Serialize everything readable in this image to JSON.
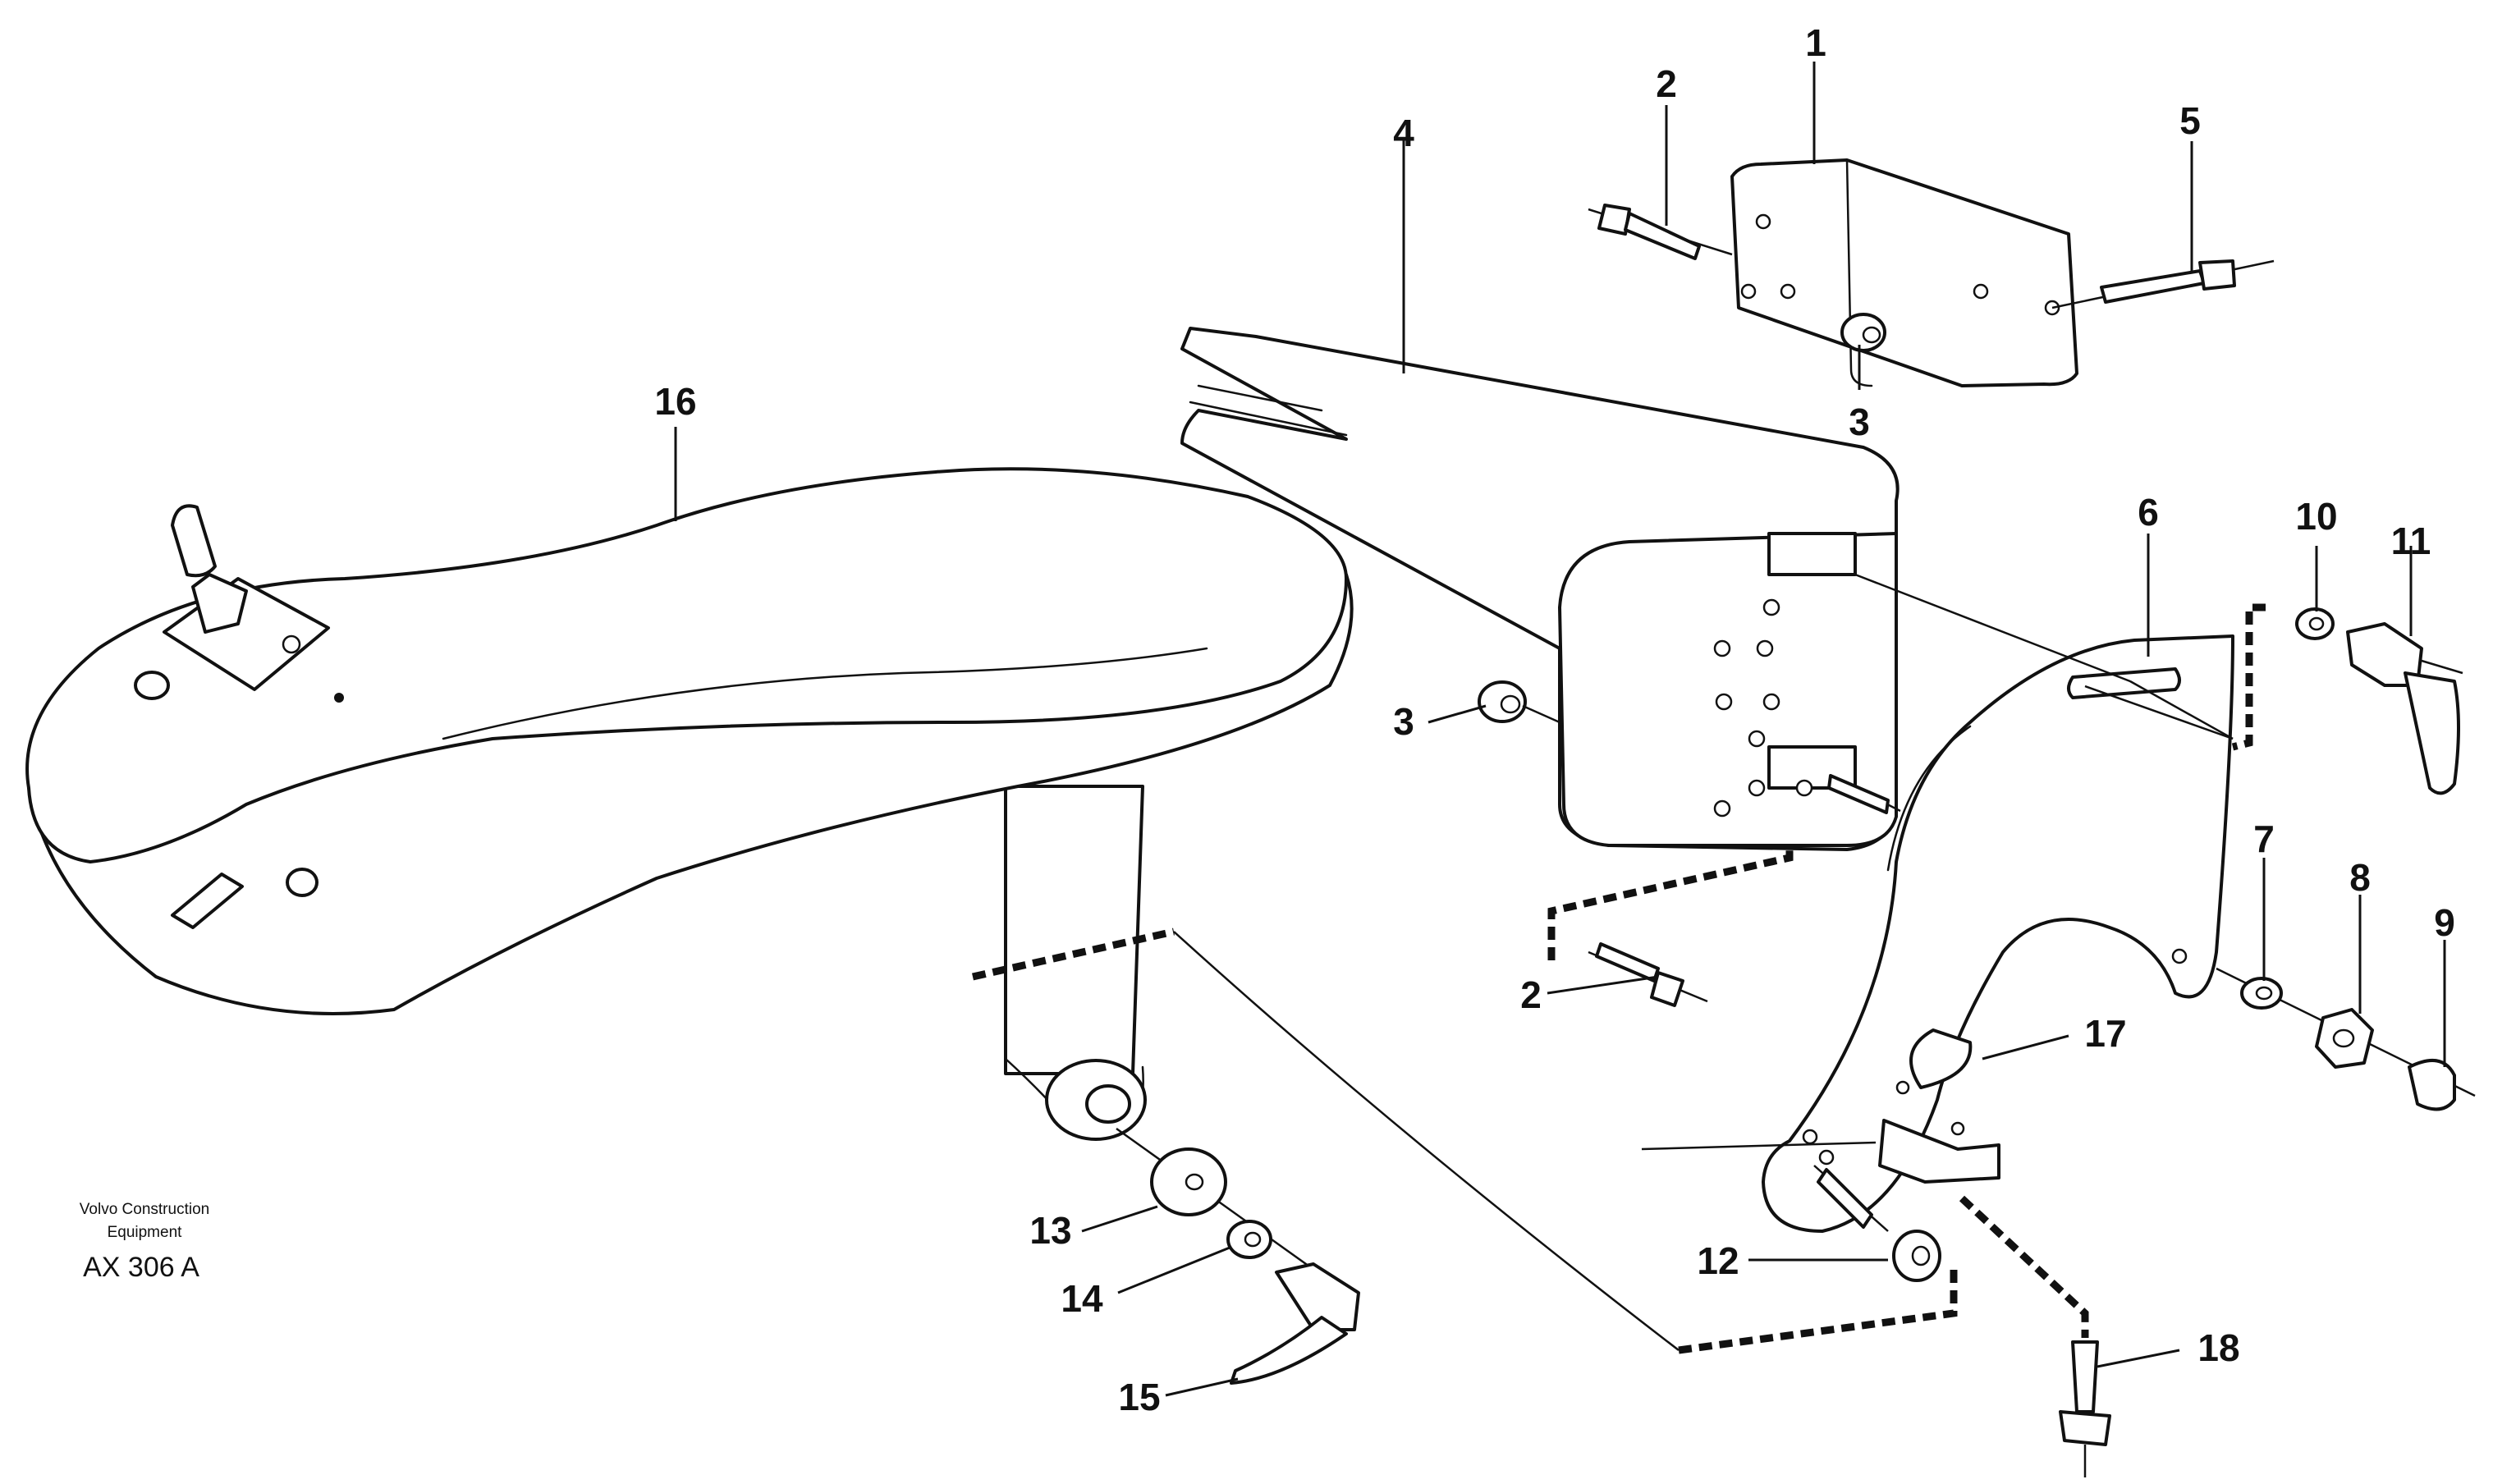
{
  "diagram": {
    "company_line1": "Volvo Construction",
    "company_line2": "Equipment",
    "drawing_code": "AX 306 A",
    "callouts": {
      "c1": "1",
      "c2a": "2",
      "c2b": "2",
      "c3a": "3",
      "c3b": "3",
      "c4": "4",
      "c5": "5",
      "c6": "6",
      "c7": "7",
      "c8": "8",
      "c9": "9",
      "c10": "10",
      "c11": "11",
      "c12": "12",
      "c13": "13",
      "c14": "14",
      "c15": "15",
      "c16": "16",
      "c17": "17",
      "c18": "18"
    }
  }
}
